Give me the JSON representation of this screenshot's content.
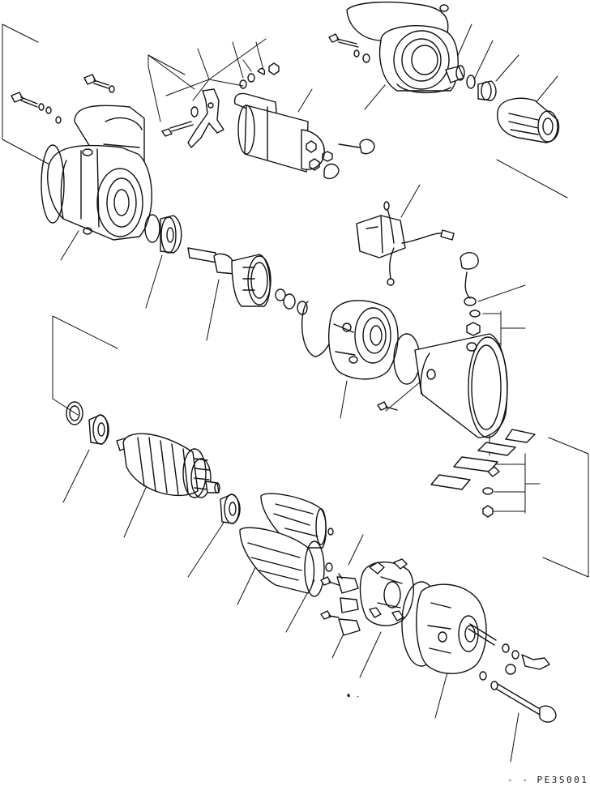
{
  "drawing": {
    "code_prefix": "- -",
    "code": "PE3S001",
    "mid_mark": "- -"
  },
  "parts": [
    {
      "id": "front-housing"
    },
    {
      "id": "housing-mounting-bolts"
    },
    {
      "id": "pinion-bearing"
    },
    {
      "id": "shift-lever-assembly"
    },
    {
      "id": "magnetic-switch"
    },
    {
      "id": "switch-terminal-nut"
    },
    {
      "id": "drive-housing"
    },
    {
      "id": "bushing"
    },
    {
      "id": "snap-ring"
    },
    {
      "id": "stop-collar"
    },
    {
      "id": "pinion-clutch"
    },
    {
      "id": "relay-harness"
    },
    {
      "id": "lead-wire"
    },
    {
      "id": "clutch-sleeve"
    },
    {
      "id": "gear-bearing"
    },
    {
      "id": "center-bracket"
    },
    {
      "id": "field-coil-yoke"
    },
    {
      "id": "terminal-hardware"
    },
    {
      "id": "name-plates"
    },
    {
      "id": "washer"
    },
    {
      "id": "rear-bearing"
    },
    {
      "id": "armature"
    },
    {
      "id": "commutator-bearing"
    },
    {
      "id": "brush-springs"
    },
    {
      "id": "field-frame-insulator"
    },
    {
      "id": "brush-holder-screws"
    },
    {
      "id": "brushes"
    },
    {
      "id": "brush-holder-plate"
    },
    {
      "id": "rear-cover"
    },
    {
      "id": "through-bolts"
    }
  ]
}
